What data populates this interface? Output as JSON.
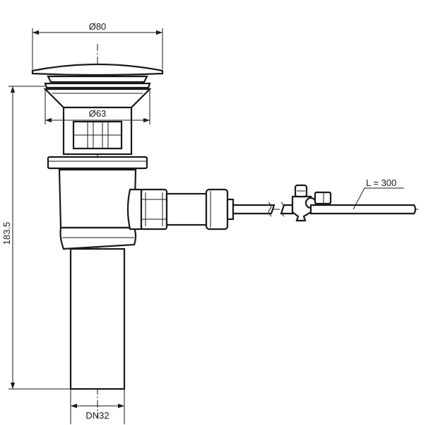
{
  "dimensions": {
    "cap_diameter": "Ø80",
    "body_diameter": "Ø63",
    "overall_height": "183.5",
    "outlet": "DN32",
    "rod_length": "L = 300"
  }
}
